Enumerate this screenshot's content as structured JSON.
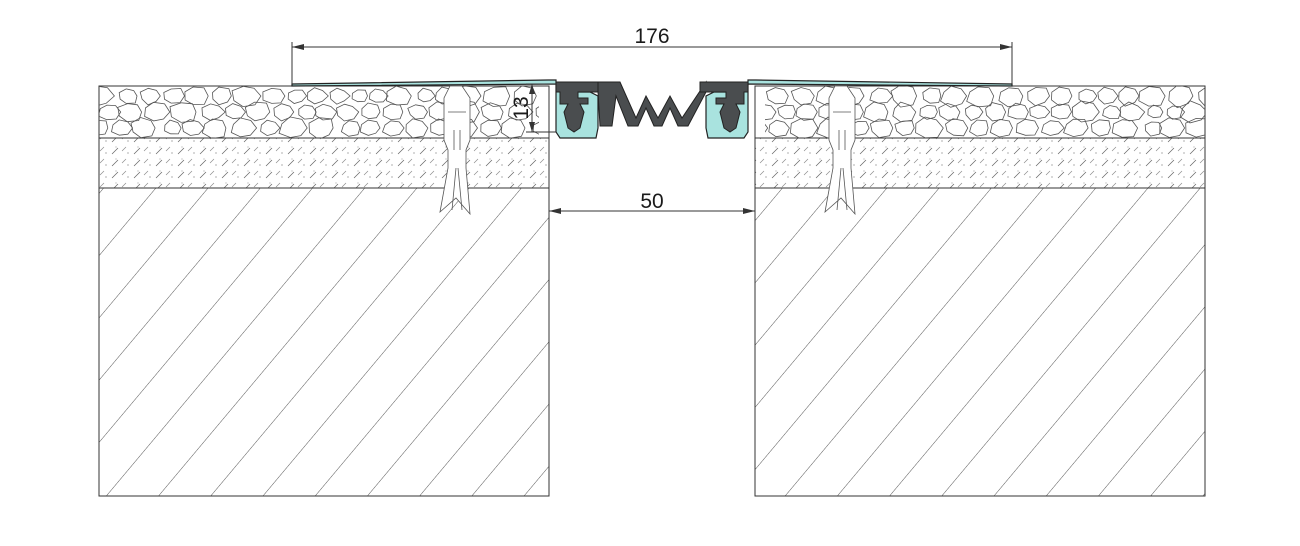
{
  "dimensions": {
    "overall_width": "176",
    "gap_width": "50",
    "depth": "13"
  },
  "colors": {
    "profile_fill": "#a9e3df",
    "profile_stroke": "#222222",
    "seal_fill": "#4a4d4f",
    "line": "#333333",
    "background": "#ffffff"
  }
}
